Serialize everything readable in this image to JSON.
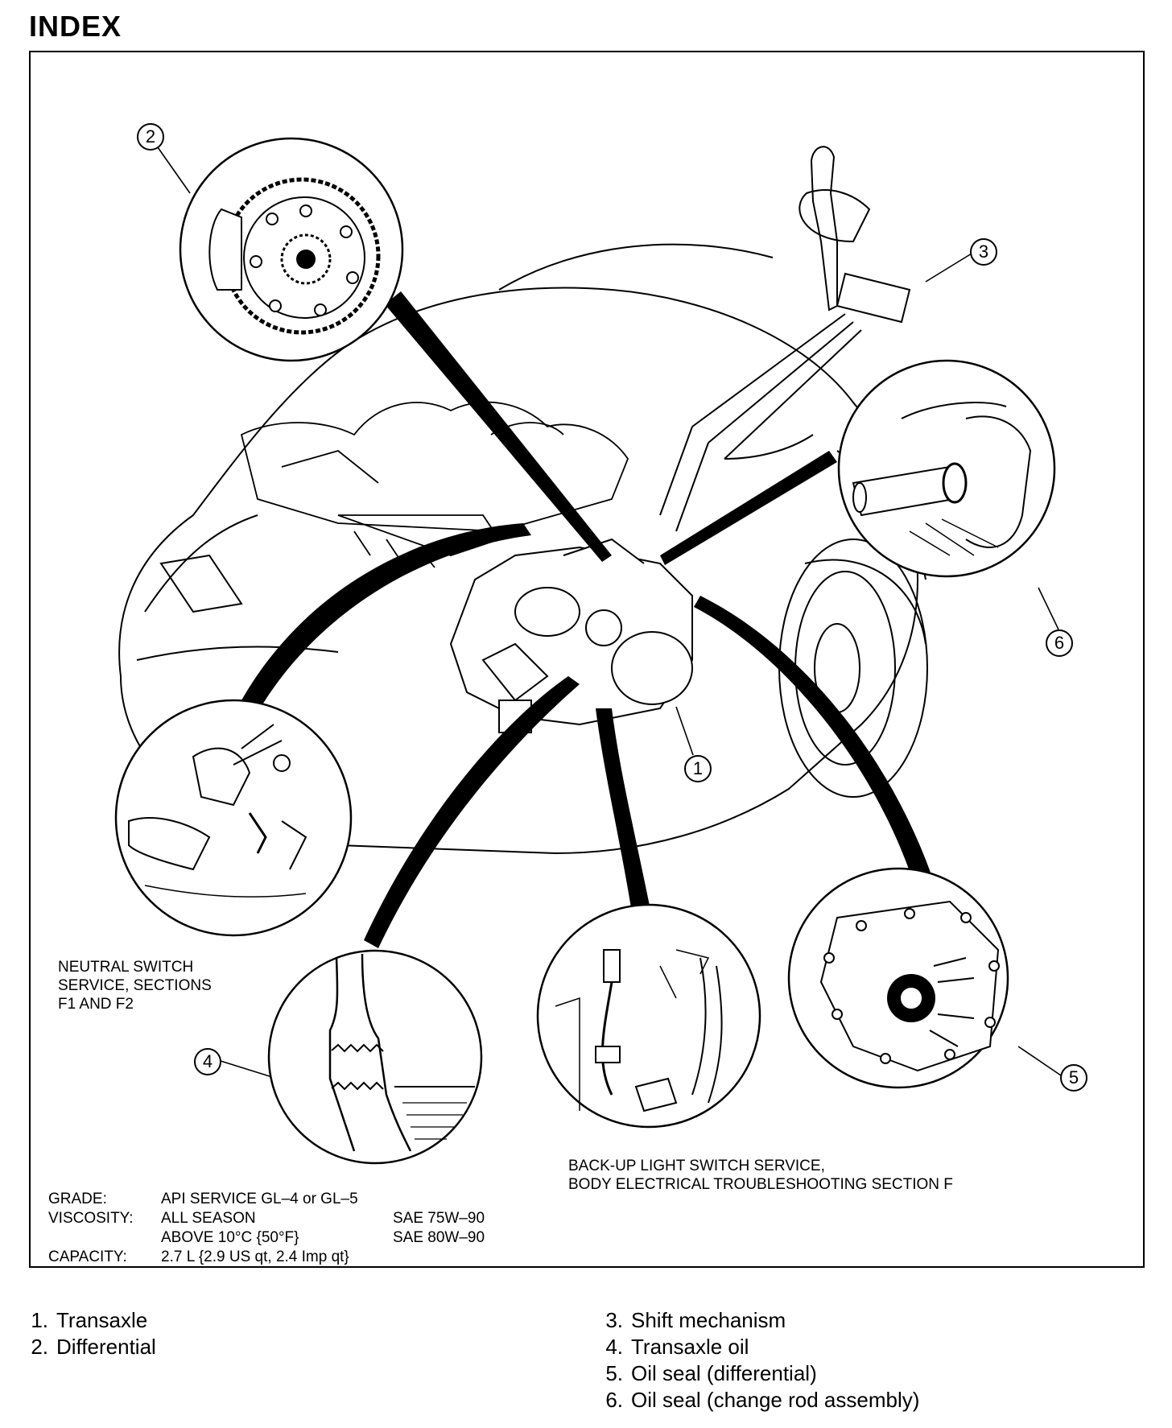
{
  "header": {
    "title": "INDEX"
  },
  "callouts": [
    {
      "number": "1"
    },
    {
      "number": "2"
    },
    {
      "number": "3"
    },
    {
      "number": "4"
    },
    {
      "number": "5"
    },
    {
      "number": "6"
    }
  ],
  "captions": {
    "neutral_switch": "NEUTRAL SWITCH\nSERVICE, SECTIONS\nF1 AND F2",
    "backup_light": "BACK-UP LIGHT SWITCH SERVICE,\nBODY ELECTRICAL TROUBLESHOOTING SECTION F"
  },
  "spec": {
    "grade_label": "GRADE:",
    "grade_value": "API SERVICE GL–4 or GL–5",
    "viscosity_label": "VISCOSITY:",
    "viscosity_row1_value": "ALL SEASON",
    "viscosity_row1_sae": "SAE 75W–90",
    "viscosity_row2_value": "ABOVE 10°C {50°F}",
    "viscosity_row2_sae": "SAE 80W–90",
    "capacity_label": "CAPACITY:",
    "capacity_value": "2.7 L {2.9 US qt, 2.4 Imp qt}"
  },
  "legend": {
    "left": [
      {
        "num": "1.",
        "label": "Transaxle"
      },
      {
        "num": "2.",
        "label": "Differential"
      }
    ],
    "right": [
      {
        "num": "3.",
        "label": "Shift mechanism"
      },
      {
        "num": "4.",
        "label": "Transaxle oil"
      },
      {
        "num": "5.",
        "label": "Oil seal (differential)"
      },
      {
        "num": "6.",
        "label": "Oil seal (change rod assembly)"
      }
    ]
  }
}
